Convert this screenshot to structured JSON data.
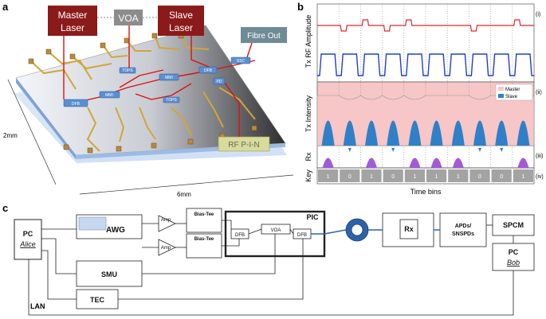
{
  "panels": {
    "a": "a",
    "b": "b",
    "c": "c"
  },
  "chip": {
    "master_laser": [
      "Master",
      "Laser"
    ],
    "voa": "VOA",
    "slave_laser": [
      "Slave",
      "Laser"
    ],
    "fibre_out": "Fibre Out",
    "rf_pin": "RF P-I-N",
    "dfb": "DFB",
    "mmi": "MMI",
    "mmi2": "MMI",
    "dfb2": "DFB",
    "pd": "PD",
    "ssc": "SSC",
    "tops": [
      "TOPS",
      "TOPS"
    ],
    "dim_height": "2mm",
    "dim_width": "6mm"
  },
  "timing": {
    "row_labels": [
      "(i)",
      "(ii)",
      "(iii)",
      "(iv)"
    ],
    "ylabels": {
      "rf": "Tx  RF Amplitude",
      "intensity": "Tx Intensity",
      "rx": "Rx",
      "key": "Key"
    },
    "legend": [
      "Master",
      "Slave"
    ],
    "key_bits": [
      "1",
      "0",
      "1",
      "0",
      "1",
      "1",
      "1",
      "0",
      "0",
      "1"
    ],
    "xlabel": "Time bins"
  },
  "setup": {
    "pc_alice": [
      "PC",
      "Alice"
    ],
    "awg": "AWG",
    "amp": "Amp",
    "bias_tee": "Bias-Tee",
    "pic": "PIC",
    "dfb": "DFB",
    "voa": "VOA",
    "rx": "Rx",
    "apd": [
      "APDs/",
      "SNSPDs"
    ],
    "spcm": "SPCM",
    "pc_bob": [
      "PC",
      "Bob"
    ],
    "smu": "SMU",
    "tec": "TEC",
    "lan": "LAN"
  },
  "colors": {
    "red_box": "#8b1a1a",
    "grey_box": "#8c8c8c",
    "teal_box": "#6e8c95",
    "rf_box": "#d8db9a",
    "chip_dark": "#3a3a3a",
    "trace_blue": "#1f3fd1",
    "trace_red": "#e0272c",
    "pink": "#f7c6c6",
    "slave_blue": "#2f80c8",
    "purple": "#a25bd6",
    "key_grey": "#a3a3a3"
  }
}
